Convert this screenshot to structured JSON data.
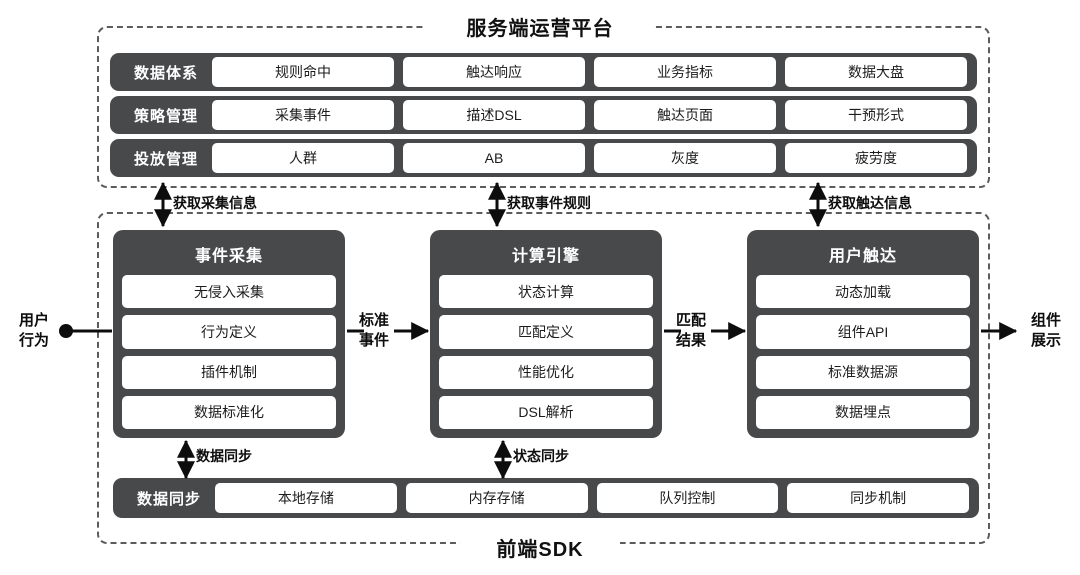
{
  "server_platform": {
    "title": "服务端运营平台",
    "rows": [
      {
        "label": "数据体系",
        "cells": [
          "规则命中",
          "触达响应",
          "业务指标",
          "数据大盘"
        ]
      },
      {
        "label": "策略管理",
        "cells": [
          "采集事件",
          "描述DSL",
          "触达页面",
          "干预形式"
        ]
      },
      {
        "label": "投放管理",
        "cells": [
          "人群",
          "AB",
          "灰度",
          "疲劳度"
        ]
      }
    ]
  },
  "sdk_platform": {
    "title": "前端SDK",
    "modules": [
      {
        "title": "事件采集",
        "items": [
          "无侵入采集",
          "行为定义",
          "插件机制",
          "数据标准化"
        ]
      },
      {
        "title": "计算引擎",
        "items": [
          "状态计算",
          "匹配定义",
          "性能优化",
          "DSL解析"
        ]
      },
      {
        "title": "用户触达",
        "items": [
          "动态加载",
          "组件API",
          "标准数据源",
          "数据埋点"
        ]
      }
    ],
    "sync_row": {
      "label": "数据同步",
      "cells": [
        "本地存储",
        "内存存储",
        "队列控制",
        "同步机制"
      ]
    }
  },
  "connectors": {
    "vertical_top": [
      "获取采集信息",
      "获取事件规则",
      "获取触达信息"
    ],
    "vertical_bottom": [
      "数据同步",
      "状态同步"
    ],
    "horizontal": [
      {
        "line1": "标准",
        "line2": "事件"
      },
      {
        "line1": "匹配",
        "line2": "结果"
      }
    ],
    "input": {
      "line1": "用户",
      "line2": "行为"
    },
    "output": {
      "line1": "组件",
      "line2": "展示"
    }
  },
  "colors": {
    "dark": "#47494b",
    "white": "#ffffff",
    "dash": "#5a5c5e",
    "text": "#1c1c1c"
  }
}
